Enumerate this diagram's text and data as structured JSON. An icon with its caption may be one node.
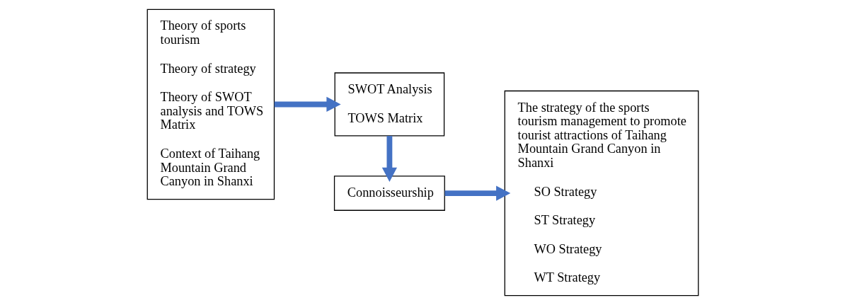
{
  "diagram": {
    "nodes": [
      {
        "text": [
          "Theory of sports tourism",
          "Theory of strategy",
          "Theory of SWOT analysis and TOWS Matrix",
          "Context of Taihang Mountain Grand Canyon in Shanxi"
        ]
      },
      {
        "text": [
          "SWOT Analysis",
          "TOWS Matrix"
        ]
      },
      {
        "text": [
          "Connoisseurship"
        ]
      },
      {
        "text": [
          "The strategy of the sports tourism management to promote tourist attractions of Taihang Mountain Grand Canyon in Shanxi",
          "SO Strategy",
          "ST Strategy",
          "WO Strategy",
          "WT Strategy"
        ]
      }
    ],
    "edges": [
      {
        "from": 0,
        "to": 1,
        "arrow": "to"
      },
      {
        "from": 1,
        "to": 2,
        "arrow": "to"
      },
      {
        "from": 2,
        "to": 3,
        "arrow": "to"
      }
    ]
  }
}
